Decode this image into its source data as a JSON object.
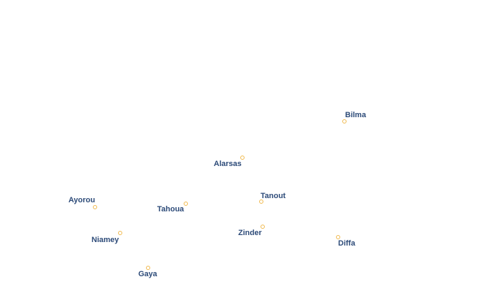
{
  "map": {
    "background": "#ffffff",
    "marker_color": "#f0b84a",
    "label_color": "#2c4a78",
    "cities": {
      "bilma": "Bilma",
      "alarsas": "Alarsas",
      "tanout": "Tanout",
      "ayorou": "Ayorou",
      "tahoua": "Tahoua",
      "zinder": "Zinder",
      "niamey": "Niamey",
      "diffa": "Diffa",
      "gaya": "Gaya"
    }
  }
}
